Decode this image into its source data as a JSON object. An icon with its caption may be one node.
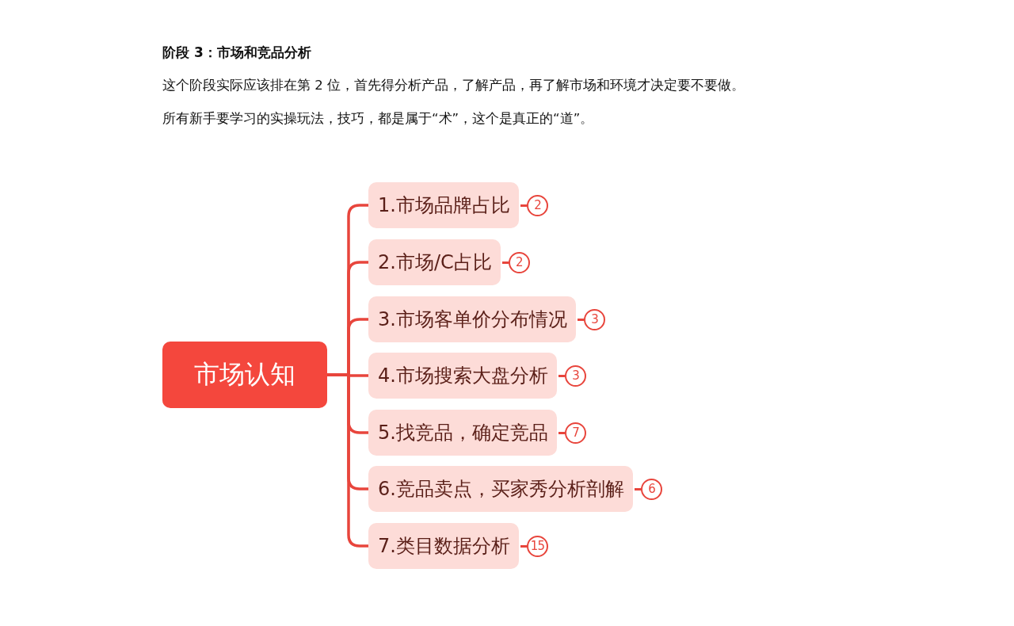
{
  "diagram": {
    "title": "阶段 3：市场和竞品分析",
    "nodes": [
      {
        "text": [
          "市场认知"
        ]
      },
      {
        "text": [
          "1.市场品牌占比"
        ],
        "beside": [
          "2"
        ]
      },
      {
        "text": [
          "2.市场/C占比"
        ],
        "beside": [
          "2"
        ]
      },
      {
        "text": [
          "3.市场客单价分布情况"
        ],
        "beside": [
          "3"
        ]
      },
      {
        "text": [
          "4.市场搜索大盘分析"
        ],
        "beside": [
          "3"
        ]
      },
      {
        "text": [
          "5.找竞品，确定竞品"
        ],
        "beside": [
          "7"
        ]
      },
      {
        "text": [
          "6.竞品卖点，买家秀分析剖解"
        ],
        "beside": [
          "6"
        ]
      },
      {
        "text": [
          "7.类目数据分析"
        ],
        "beside": [
          "15"
        ]
      }
    ],
    "edges": [
      {
        "from": 0,
        "to": 1,
        "arrow": "none"
      },
      {
        "from": 0,
        "to": 2,
        "arrow": "none"
      },
      {
        "from": 0,
        "to": 3,
        "arrow": "none"
      },
      {
        "from": 0,
        "to": 4,
        "arrow": "none"
      },
      {
        "from": 0,
        "to": 5,
        "arrow": "none"
      },
      {
        "from": 0,
        "to": 6,
        "arrow": "none"
      },
      {
        "from": 0,
        "to": 7,
        "arrow": "none"
      }
    ],
    "labels": [
      "这个阶段实际应该排在第 2 位，首先得分析产品，了解产品，再了解市场和环境才决定要不要做。",
      "所有新手要学习的实操玩法，技巧，都是属于“术”，这个是真正的“道”。"
    ]
  }
}
